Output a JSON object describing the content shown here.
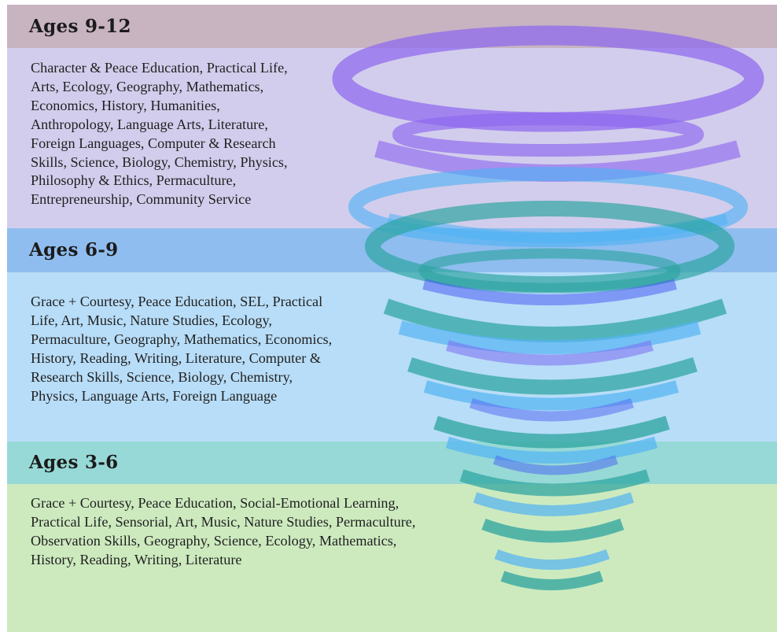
{
  "colors": {
    "band_9_12_header": "#c8b3c1",
    "band_9_12_body": "#d2cdec",
    "band_6_9_header": "#8fbdef",
    "band_6_9_body": "#b8ddf8",
    "band_3_6_header": "#97d9d6",
    "band_3_6_body": "#cdeabf",
    "ring_purple": "#8d68ef",
    "ring_blue": "#55b4f3",
    "ring_teal": "#2ba39f"
  },
  "sections": [
    {
      "heading": "Ages 9-12",
      "lines": [
        "Character  & Peace Education, Practical Life,",
        "Arts, Ecology, Geography, Mathematics,",
        "Economics, History, Humanities,",
        "Anthropology, Language Arts, Literature,",
        "Foreign Languages, Computer & Research",
        "Skills, Science, Biology, Chemistry, Physics,",
        "Philosophy & Ethics, Permaculture,",
        "Entrepreneurship, Community Service"
      ]
    },
    {
      "heading": "Ages 6-9",
      "lines": [
        "Grace + Courtesy, Peace Education, SEL, Practical",
        "Life, Art, Music, Nature Studies, Ecology,",
        "Permaculture, Geography, Mathematics, Economics,",
        "History, Reading, Writing, Literature, Computer &",
        "Research Skills, Science, Biology, Chemistry,",
        "Physics, Language Arts, Foreign Language"
      ]
    },
    {
      "heading": "Ages 3-6",
      "lines": [
        "Grace + Courtesy, Peace Education, Social-Emotional Learning,",
        "Practical Life, Sensorial, Art,  Music, Nature Studies, Permaculture,",
        "Observation Skills, Geography, Science, Ecology, Mathematics,",
        "History, Reading, Writing, Literature"
      ]
    }
  ]
}
